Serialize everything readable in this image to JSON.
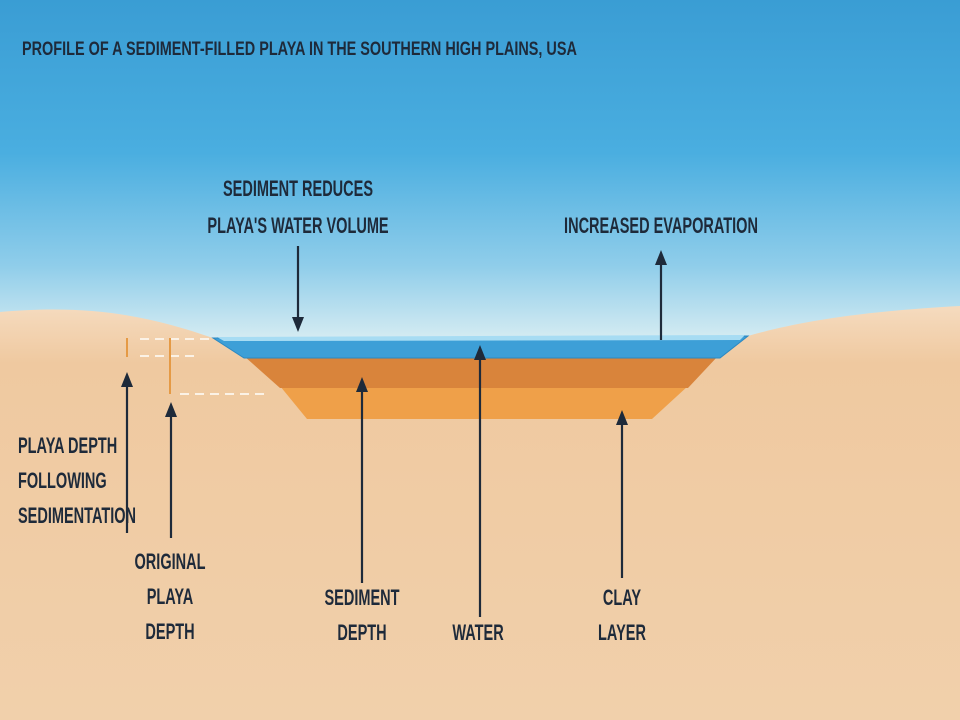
{
  "title": "PROFILE OF A SEDIMENT-FILLED PLAYA IN THE SOUTHERN HIGH PLAINS, USA",
  "labels": {
    "sediment_reduces": [
      "SEDIMENT REDUCES",
      "PLAYA'S WATER VOLUME"
    ],
    "increased_evaporation": "INCREASED EVAPORATION",
    "playa_depth_following": [
      "PLAYA DEPTH",
      "FOLLOWING",
      "SEDIMENTATION"
    ],
    "original_playa_depth": [
      "ORIGINAL",
      "PLAYA",
      "DEPTH"
    ],
    "sediment_depth": [
      "SEDIMENT",
      "DEPTH"
    ],
    "water": "WATER",
    "clay_layer": [
      "CLAY",
      "LAYER"
    ]
  },
  "colors": {
    "sky_top": "#3a9dd4",
    "sky_horizon": "#d6ecf2",
    "sand": "#efc9a0",
    "water": "#3d9fd7",
    "sediment": "#d9843b",
    "clay": "#efa049",
    "text": "#1e2a3a"
  }
}
